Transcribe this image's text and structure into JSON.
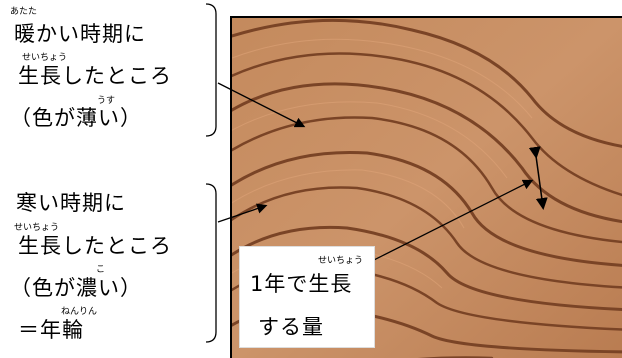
{
  "warm_block": {
    "ruby_1": "あたた",
    "line_1": "暖かい時期に",
    "ruby_2": "せいちょう",
    "line_2": "生長したところ",
    "ruby_3": "うす",
    "line_3": "（色が薄い）"
  },
  "cold_block": {
    "line_1": "寒い時期に",
    "ruby_2": "せいちょう",
    "line_2": "生長したところ",
    "ruby_3": "こ",
    "line_3": "（色が濃い）",
    "ruby_4": "ねんりん",
    "line_4": "＝年輪"
  },
  "callout": {
    "ruby": "せいちょう",
    "line_1": "1年で生長",
    "line_2": "する量"
  },
  "colors": {
    "wood_light": "#c98f63",
    "wood_dark": "#8a5230",
    "ring_line": "#6e3c1f"
  }
}
